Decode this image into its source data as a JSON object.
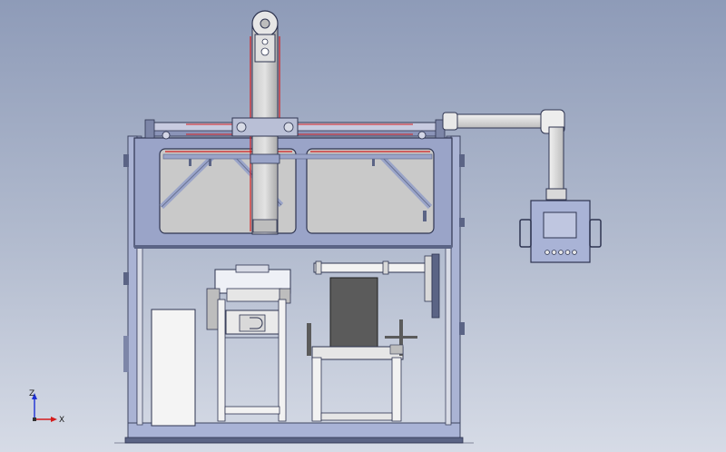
{
  "scene": {
    "background_top": "#8e9bb8",
    "background_bottom": "#d6dbe6",
    "frame_color": "#9aa4c8",
    "frame_dark": "#5b6485",
    "glass_color": "#c8c8c8",
    "highlight_color": "#d21e1e",
    "panel_color": "#a9b3d6"
  },
  "control_panel": {
    "button_count": 5
  },
  "triad": {
    "x_label": "X",
    "z_label": "Z",
    "x_color": "#d41c1c",
    "z_color": "#1c2fd4"
  }
}
